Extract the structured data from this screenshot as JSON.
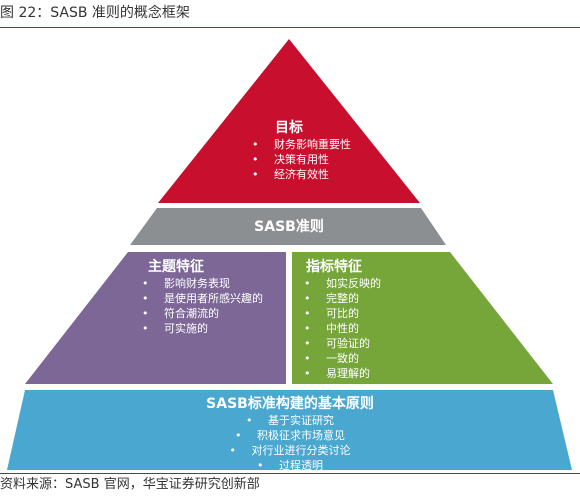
{
  "figure": {
    "title": "图 22：SASB 准则的概念框架"
  },
  "colors": {
    "rule": "#a0223a",
    "top": "#c8102e",
    "gray": "#8c8f91",
    "purple": "#7c6796",
    "green": "#76a63a",
    "blue": "#4aa8d0"
  },
  "top": {
    "title": "目标",
    "items": [
      "财务影响重要性",
      "决策有用性",
      "经济有效性"
    ]
  },
  "middle": {
    "title": "SASB准则"
  },
  "left": {
    "title": "主题特征",
    "items": [
      "影响财务表现",
      "是使用者所感兴趣的",
      "符合潮流的",
      "可实施的"
    ]
  },
  "right": {
    "title": "指标特征",
    "items": [
      "如实反映的",
      "完整的",
      "可比的",
      "中性的",
      "可验证的",
      "一致的",
      "易理解的"
    ]
  },
  "bottom": {
    "title": "SASB标准构建的基本原则",
    "items": [
      "基于实证研究",
      "积极征求市场意见",
      "对行业进行分类讨论",
      "过程透明"
    ]
  },
  "bullet": "•",
  "source": "资料来源：SASB 官网，华宝证券研究创新部"
}
